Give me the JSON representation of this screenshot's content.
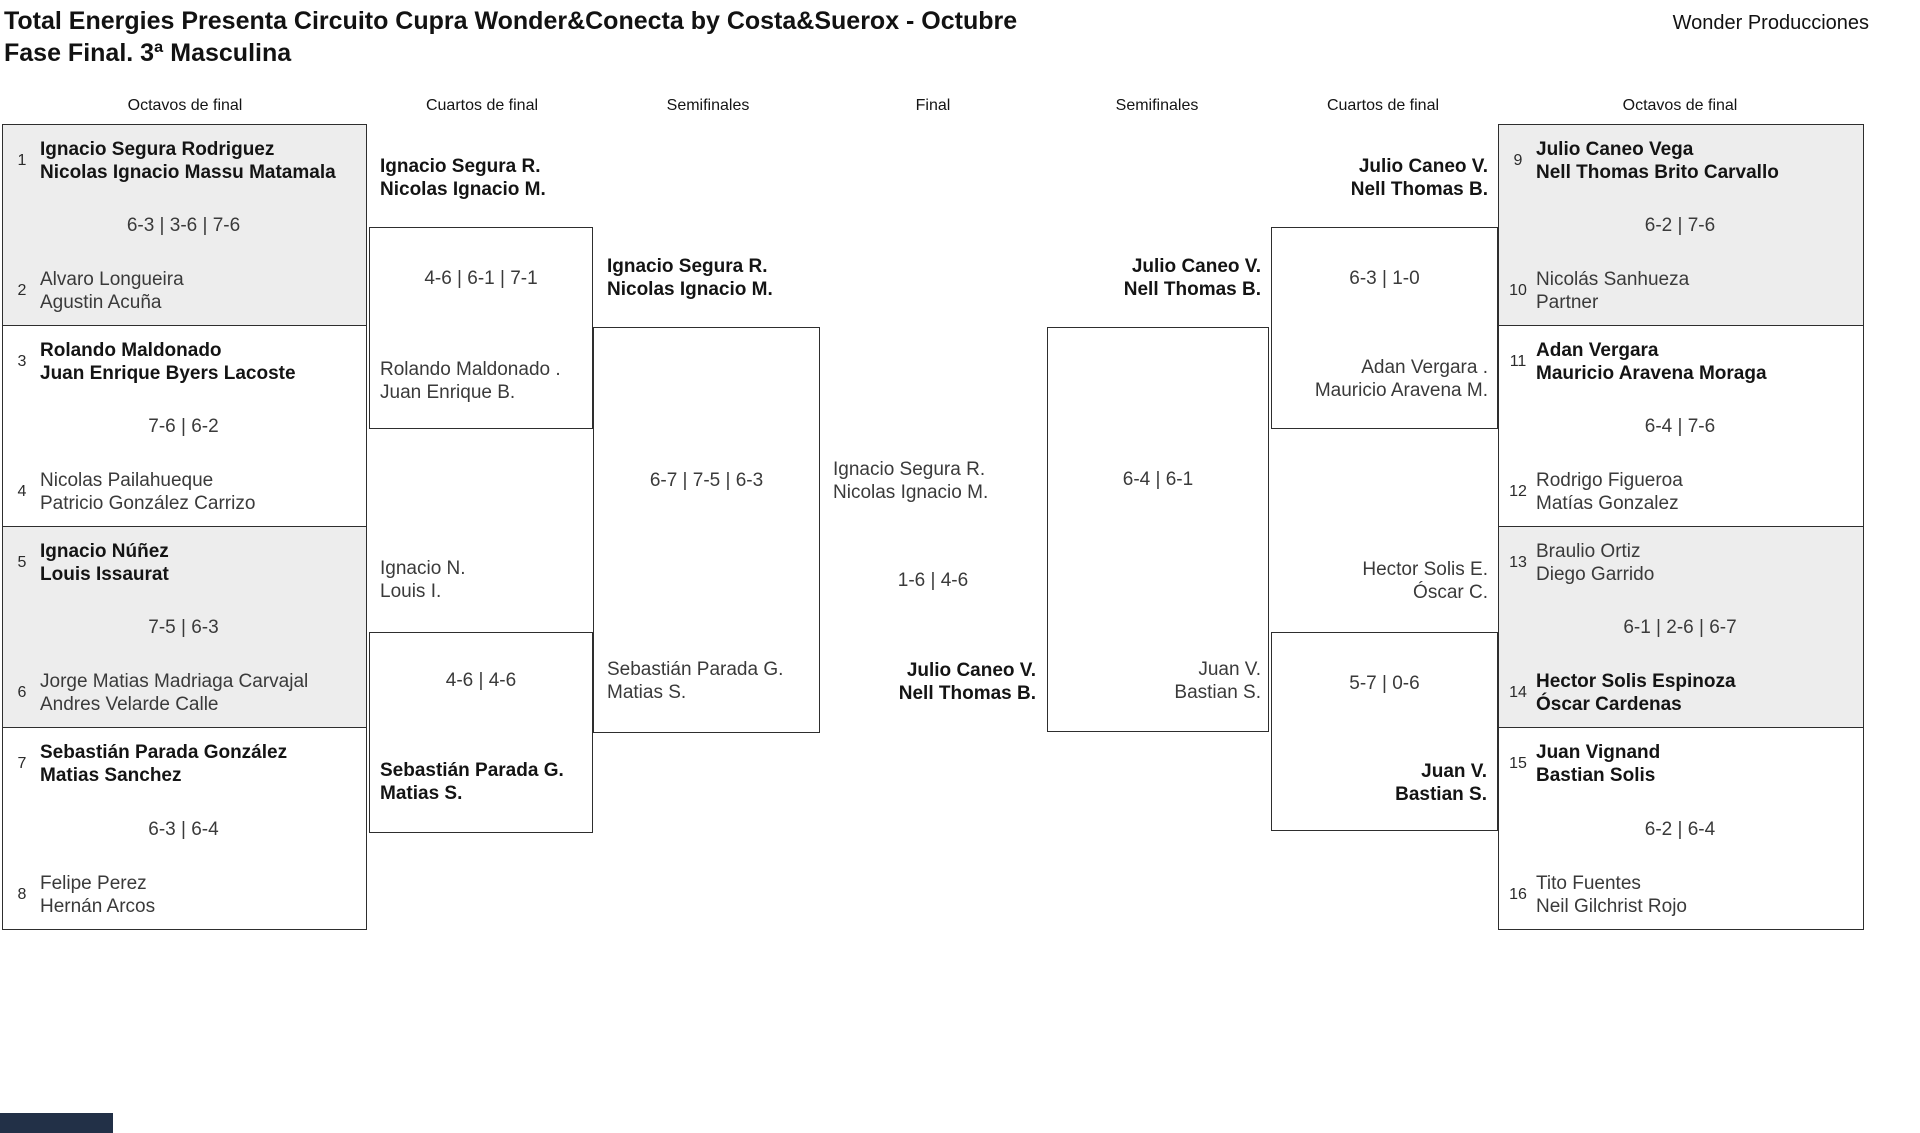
{
  "header": {
    "title_line1": "Total Energies Presenta Circuito Cupra Wonder&Conecta by Costa&Suerox - Octubre",
    "title_line2": "Fase Final. 3ª Masculina",
    "brand": "Wonder Producciones"
  },
  "columns": [
    "Octavos de final",
    "Cuartos de final",
    "Semifinales",
    "Final",
    "Semifinales",
    "Cuartos de final",
    "Octavos de final"
  ],
  "of_left": [
    {
      "seed_top": "1",
      "top1": "Ignacio Segura Rodriguez",
      "top2": "Nicolas Ignacio Massu Matamala",
      "score": "6-3 | 3-6 | 7-6",
      "seed_bottom": "2",
      "bot1": "Alvaro Longueira",
      "bot2": "Agustin Acuña"
    },
    {
      "seed_top": "3",
      "top1": "Rolando Maldonado",
      "top2": "Juan Enrique Byers Lacoste",
      "score": "7-6 | 6-2",
      "seed_bottom": "4",
      "bot1": "Nicolas Pailahueque",
      "bot2": "Patricio González Carrizo"
    },
    {
      "seed_top": "5",
      "top1": "Ignacio Núñez",
      "top2": "Louis Issaurat",
      "score": "7-5 | 6-3",
      "seed_bottom": "6",
      "bot1": "Jorge Matias Madriaga Carvajal",
      "bot2": "Andres Velarde Calle"
    },
    {
      "seed_top": "7",
      "top1": "Sebastián Parada González",
      "top2": "Matias Sanchez",
      "score": "6-3 | 6-4",
      "seed_bottom": "8",
      "bot1": "Felipe Perez",
      "bot2": "Hernán Arcos"
    }
  ],
  "of_right": [
    {
      "seed_top": "9",
      "top1": "Julio Caneo Vega",
      "top2": "Nell Thomas Brito Carvallo",
      "score": "6-2 | 7-6",
      "seed_bottom": "10",
      "bot1": "Nicolás Sanhueza",
      "bot2": "Partner"
    },
    {
      "seed_top": "11",
      "top1": "Adan Vergara",
      "top2": "Mauricio Aravena Moraga",
      "score": "6-4 | 7-6",
      "seed_bottom": "12",
      "bot1": "Rodrigo Figueroa",
      "bot2": "Matías Gonzalez"
    },
    {
      "seed_top": "13",
      "top1": "Braulio Ortiz",
      "top2": "Diego Garrido",
      "score": "6-1 | 2-6 | 6-7",
      "seed_bottom": "14",
      "bot1": "Hector Solis Espinoza",
      "bot2": "Óscar Cardenas"
    },
    {
      "seed_top": "15",
      "top1": "Juan Vignand",
      "top2": "Bastian Solis",
      "score": "6-2 | 6-4",
      "seed_bottom": "16",
      "bot1": "Tito Fuentes",
      "bot2": "Neil Gilchrist Rojo"
    }
  ],
  "rounds": {
    "qf_left_top": {
      "above1": "Ignacio Segura R.",
      "above2": "Nicolas Ignacio M.",
      "score": "4-6 | 6-1 | 7-1",
      "inside1": "Rolando Maldonado .",
      "inside2": "Juan Enrique B."
    },
    "qf_left_bottom": {
      "above1": "Ignacio N.",
      "above2": "Louis I.",
      "score": "4-6 | 4-6",
      "inside1": "Sebastián Parada G.",
      "inside2": "Matias S."
    },
    "sf_left": {
      "above1": "Ignacio Segura R.",
      "above2": "Nicolas Ignacio M.",
      "score": "6-7 | 7-5 | 6-3",
      "inside1": "Sebastián Parada G.",
      "inside2": "Matias S."
    },
    "final": {
      "team1_line1": "Ignacio Segura R.",
      "team1_line2": "Nicolas Ignacio M.",
      "score": "1-6 | 4-6",
      "team2_line1": "Julio Caneo V.",
      "team2_line2": "Nell Thomas B."
    },
    "sf_right": {
      "above1": "Julio Caneo V.",
      "above2": "Nell Thomas B.",
      "score": "6-4 | 6-1",
      "inside1": "Juan V.",
      "inside2": "Bastian S."
    },
    "qf_right_top": {
      "above1": "Julio Caneo V.",
      "above2": "Nell Thomas B.",
      "score": "6-3 | 1-0",
      "inside1": "Adan Vergara .",
      "inside2": "Mauricio Aravena M."
    },
    "qf_right_bottom": {
      "above1": "Hector Solis E.",
      "above2": "Óscar C.",
      "score": "5-7 | 0-6",
      "inside1": "Juan V.",
      "inside2": "Bastian S."
    }
  },
  "colors": {
    "shaded_cell": "#ededed",
    "line": "#2e2e2e",
    "bottom_bar": "#223047"
  }
}
